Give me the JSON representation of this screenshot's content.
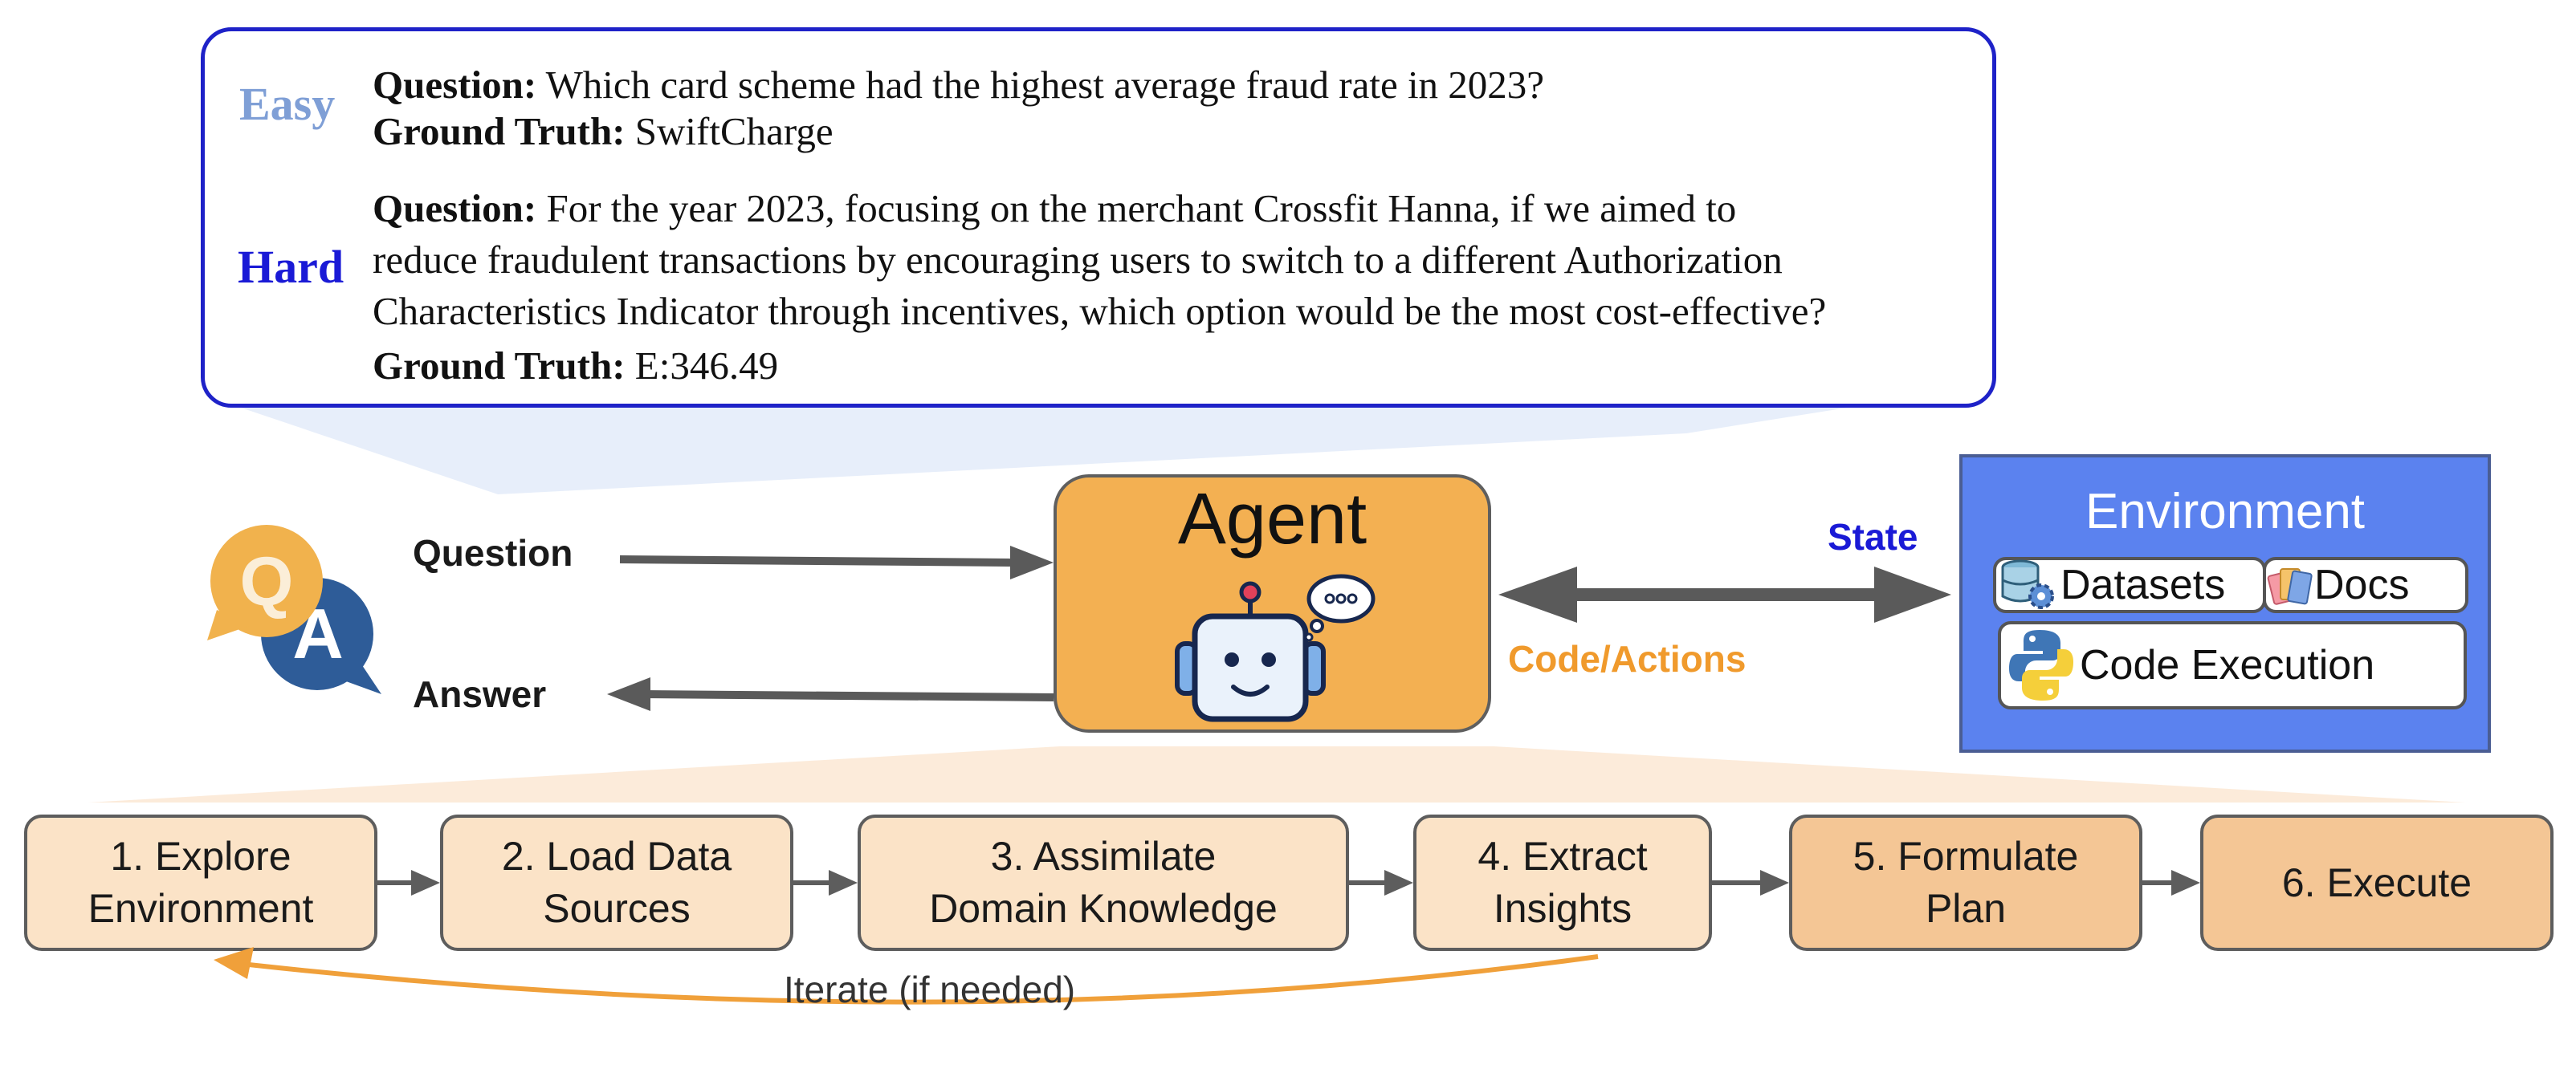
{
  "examples": {
    "easy": {
      "level": "Easy",
      "question_label": "Question:",
      "question": "Which card scheme had the highest average fraud rate in 2023?",
      "truth_label": "Ground Truth:",
      "truth": "SwiftCharge"
    },
    "hard": {
      "level": "Hard",
      "question_label": "Question:",
      "question_lines": [
        "For the year 2023, focusing on the merchant Crossfit Hanna, if we aimed to",
        "reduce fraudulent transactions by encouraging users to switch to a different Authorization",
        "Characteristics Indicator through incentives, which option would be the most cost-effective?"
      ],
      "truth_label": "Ground Truth:",
      "truth": "E:346.49"
    }
  },
  "flow": {
    "question_label": "Question",
    "answer_label": "Answer",
    "agent_title": "Agent",
    "state_label": "State",
    "actions_label": "Code/Actions"
  },
  "environment": {
    "title": "Environment",
    "datasets": "Datasets",
    "docs": "Docs",
    "code_execution": "Code Execution"
  },
  "steps": [
    {
      "line1": "1. Explore",
      "line2": "Environment"
    },
    {
      "line1": "2. Load Data",
      "line2": "Sources"
    },
    {
      "line1": "3. Assimilate",
      "line2": "Domain Knowledge"
    },
    {
      "line1": "4. Extract",
      "line2": "Insights"
    },
    {
      "line1": "5. Formulate",
      "line2": "Plan"
    },
    {
      "line1": "6. Execute",
      "line2": ""
    }
  ],
  "iterate_label": "Iterate (if needed)",
  "colors": {
    "panel_border": "#1e22c8",
    "easy": "#7f9fd6",
    "hard": "#1a1ad6",
    "agent": "#f3b052",
    "environment": "#5b82ef",
    "state": "#1a1ad6",
    "actions": "#f09a2c",
    "step_light": "#fbe3c7",
    "step_dark": "#f4c695",
    "iterate_arrow": "#f0a03a"
  },
  "icons": [
    "qa-bubbles-icon",
    "robot-icon",
    "database-gear-icon",
    "documents-icon",
    "python-icon"
  ]
}
